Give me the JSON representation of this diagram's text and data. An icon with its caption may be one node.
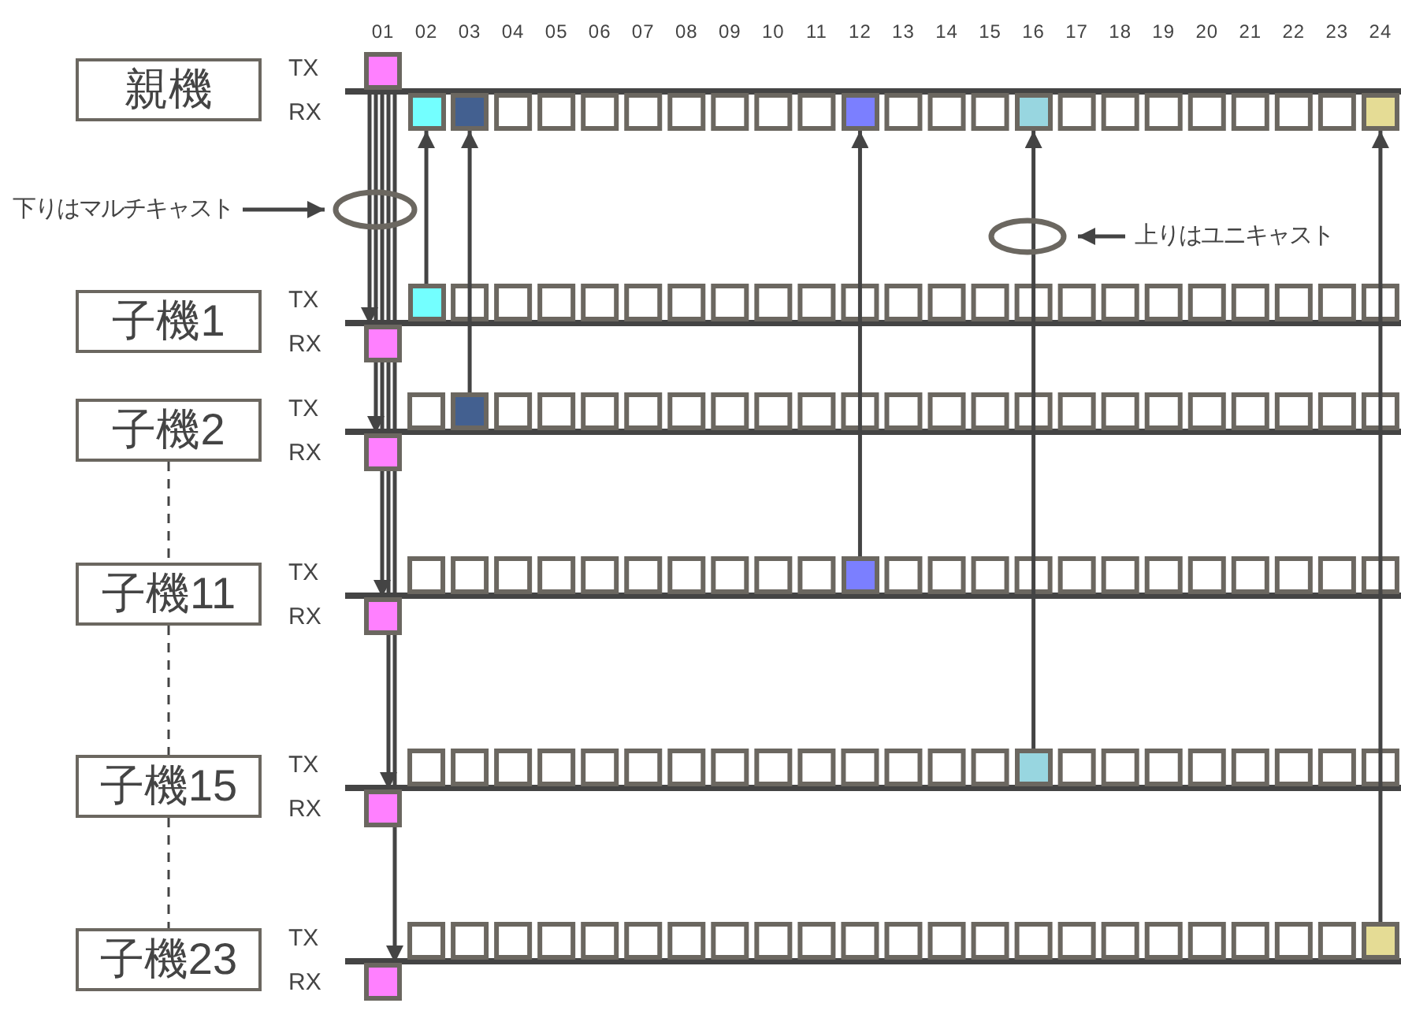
{
  "diagram": {
    "nodes": [
      {
        "text": [
          "親機"
        ]
      },
      {
        "text": [],
        "shape": "box"
      },
      {
        "text": [],
        "shape": "box"
      },
      {
        "text": [],
        "shape": "box"
      },
      {
        "text": [],
        "shape": "box"
      },
      {
        "text": [],
        "shape": "box"
      },
      {
        "text": [],
        "shape": "box"
      },
      {
        "text": [
          "下りはマルチキャスト"
        ]
      },
      {
        "text": [
          "上りはユニキャスト"
        ]
      },
      {
        "text": [
          "子機1"
        ]
      },
      {
        "text": [],
        "shape": "box"
      },
      {
        "text": [],
        "shape": "box"
      },
      {
        "text": [
          "子機2"
        ]
      },
      {
        "text": [],
        "shape": "box"
      },
      {
        "text": [],
        "shape": "box"
      },
      {
        "text": [
          "子機11"
        ]
      },
      {
        "text": [],
        "shape": "box"
      },
      {
        "text": [],
        "shape": "box"
      },
      {
        "text": [
          "子機15"
        ]
      },
      {
        "text": [],
        "shape": "box"
      },
      {
        "text": [],
        "shape": "box"
      },
      {
        "text": [
          "子機23"
        ]
      },
      {
        "text": [],
        "shape": "box"
      },
      {
        "text": [],
        "shape": "box"
      }
    ],
    "edges": [
      {
        "from": 1,
        "to": 11,
        "arrow": "to"
      },
      {
        "from": 1,
        "to": 14,
        "arrow": "to"
      },
      {
        "from": 1,
        "to": 17,
        "arrow": "to"
      },
      {
        "from": 1,
        "to": 20,
        "arrow": "to"
      },
      {
        "from": 1,
        "to": 23,
        "arrow": "to"
      },
      {
        "from": 10,
        "to": 2,
        "arrow": "to"
      },
      {
        "from": 13,
        "to": 3,
        "arrow": "to"
      },
      {
        "from": 16,
        "to": 4,
        "arrow": "to"
      },
      {
        "from": 19,
        "to": 5,
        "arrow": "to"
      },
      {
        "from": 22,
        "to": 6,
        "arrow": "to"
      },
      {
        "from": 7,
        "to": null,
        "arrow": "to"
      },
      {
        "from": 8,
        "to": null,
        "arrow": "to"
      },
      {
        "from": 12,
        "to": 15,
        "arrow": "none",
        "style": "dashed"
      },
      {
        "from": 15,
        "to": 18,
        "arrow": "none",
        "style": "dashed"
      },
      {
        "from": 18,
        "to": 21,
        "arrow": "none",
        "style": "dashed"
      }
    ],
    "labels": [
      "01",
      "02",
      "03",
      "04",
      "05",
      "06",
      "07",
      "08",
      "09",
      "10",
      "11",
      "12",
      "13",
      "14",
      "15",
      "16",
      "17",
      "18",
      "19",
      "20",
      "21",
      "22",
      "23",
      "24",
      "TX",
      "RX",
      "TX",
      "RX",
      "TX",
      "RX",
      "TX",
      "RX",
      "TX",
      "RX",
      "TX",
      "RX"
    ]
  }
}
